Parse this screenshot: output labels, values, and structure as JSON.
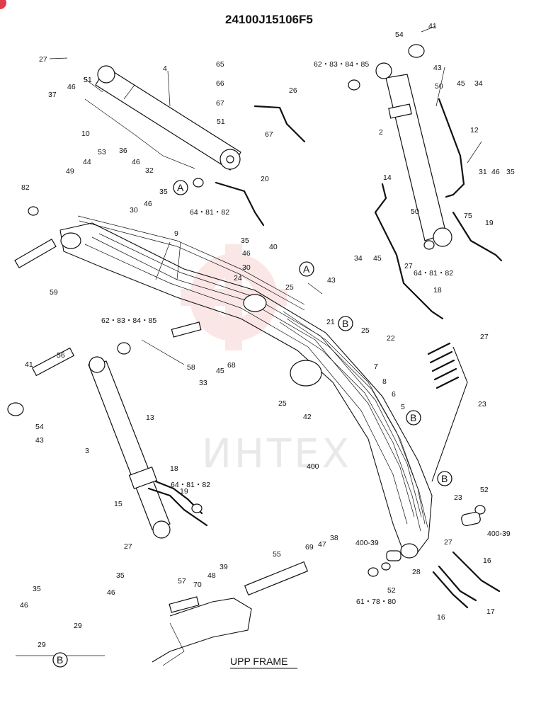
{
  "title": "24100J15106F5",
  "watermark": "ИНТЕХ",
  "frame_label": "UPP FRAME",
  "detail_marks": [
    "A",
    "A",
    "B",
    "B",
    "B",
    "B",
    "B"
  ],
  "callouts": [
    {
      "id": "c-27a",
      "text": "27"
    },
    {
      "id": "c-51a",
      "text": "51"
    },
    {
      "id": "c-4",
      "text": "4"
    },
    {
      "id": "c-37",
      "text": "37"
    },
    {
      "id": "c-46a",
      "text": "46"
    },
    {
      "id": "c-10",
      "text": "10"
    },
    {
      "id": "c-36",
      "text": "36"
    },
    {
      "id": "c-53",
      "text": "53"
    },
    {
      "id": "c-44",
      "text": "44"
    },
    {
      "id": "c-49",
      "text": "49"
    },
    {
      "id": "c-46b",
      "text": "46"
    },
    {
      "id": "c-32",
      "text": "32"
    },
    {
      "id": "c-82a",
      "text": "82"
    },
    {
      "id": "c-35a",
      "text": "35"
    },
    {
      "id": "c-46c",
      "text": "46"
    },
    {
      "id": "c-30a",
      "text": "30"
    },
    {
      "id": "c-65",
      "text": "65"
    },
    {
      "id": "c-66",
      "text": "66"
    },
    {
      "id": "c-67a",
      "text": "67"
    },
    {
      "id": "c-26",
      "text": "26"
    },
    {
      "id": "c-51b",
      "text": "51"
    },
    {
      "id": "c-67b",
      "text": "67"
    },
    {
      "id": "c-20",
      "text": "20"
    },
    {
      "id": "c-648182a",
      "text": "64・81・82"
    },
    {
      "id": "c-9",
      "text": "9"
    },
    {
      "id": "c-59",
      "text": "59"
    },
    {
      "id": "c-35b",
      "text": "35"
    },
    {
      "id": "c-46d",
      "text": "46"
    },
    {
      "id": "c-40",
      "text": "40"
    },
    {
      "id": "c-30b",
      "text": "30"
    },
    {
      "id": "c-24",
      "text": "24"
    },
    {
      "id": "c-25a",
      "text": "25"
    },
    {
      "id": "c-43a",
      "text": "43"
    },
    {
      "id": "c-21",
      "text": "21"
    },
    {
      "id": "c-25b",
      "text": "25"
    },
    {
      "id": "c-22",
      "text": "22"
    },
    {
      "id": "c-62838485a",
      "text": "62・83・84・85"
    },
    {
      "id": "c-58",
      "text": "58"
    },
    {
      "id": "c-41a",
      "text": "41"
    },
    {
      "id": "c-56",
      "text": "56"
    },
    {
      "id": "c-45a",
      "text": "45"
    },
    {
      "id": "c-68",
      "text": "68"
    },
    {
      "id": "c-33",
      "text": "33"
    },
    {
      "id": "c-25c",
      "text": "25"
    },
    {
      "id": "c-42",
      "text": "42"
    },
    {
      "id": "c-7",
      "text": "7"
    },
    {
      "id": "c-8",
      "text": "8"
    },
    {
      "id": "c-6",
      "text": "6"
    },
    {
      "id": "c-5",
      "text": "5"
    },
    {
      "id": "c-400a",
      "text": "400"
    },
    {
      "id": "c-54a",
      "text": "54"
    },
    {
      "id": "c-43b",
      "text": "43"
    },
    {
      "id": "c-13",
      "text": "13"
    },
    {
      "id": "c-3",
      "text": "3"
    },
    {
      "id": "c-18a",
      "text": "18"
    },
    {
      "id": "c-19a",
      "text": "19"
    },
    {
      "id": "c-15",
      "text": "15"
    },
    {
      "id": "c-648182b",
      "text": "64・81・82"
    },
    {
      "id": "c-27b",
      "text": "27"
    },
    {
      "id": "c-35c",
      "text": "35"
    },
    {
      "id": "c-46e",
      "text": "46"
    },
    {
      "id": "c-35d",
      "text": "35"
    },
    {
      "id": "c-46f",
      "text": "46"
    },
    {
      "id": "c-29a",
      "text": "29"
    },
    {
      "id": "c-29b",
      "text": "29"
    },
    {
      "id": "c-55",
      "text": "55"
    },
    {
      "id": "c-69",
      "text": "69"
    },
    {
      "id": "c-47",
      "text": "47"
    },
    {
      "id": "c-38",
      "text": "38"
    },
    {
      "id": "c-57",
      "text": "57"
    },
    {
      "id": "c-70",
      "text": "70"
    },
    {
      "id": "c-48",
      "text": "48"
    },
    {
      "id": "c-39",
      "text": "39"
    },
    {
      "id": "c-40039a",
      "text": "400-39"
    },
    {
      "id": "c-52a",
      "text": "52"
    },
    {
      "id": "c-617880",
      "text": "61・78・80"
    },
    {
      "id": "c-41b",
      "text": "41"
    },
    {
      "id": "c-54b",
      "text": "54"
    },
    {
      "id": "c-62838485b",
      "text": "62・83・84・85"
    },
    {
      "id": "c-43c",
      "text": "43"
    },
    {
      "id": "c-50a",
      "text": "50"
    },
    {
      "id": "c-45b",
      "text": "45"
    },
    {
      "id": "c-34a",
      "text": "34"
    },
    {
      "id": "c-2",
      "text": "2"
    },
    {
      "id": "c-12",
      "text": "12"
    },
    {
      "id": "c-14",
      "text": "14"
    },
    {
      "id": "c-31",
      "text": "31"
    },
    {
      "id": "c-46g",
      "text": "46"
    },
    {
      "id": "c-35e",
      "text": "35"
    },
    {
      "id": "c-50b",
      "text": "50"
    },
    {
      "id": "c-75",
      "text": "75"
    },
    {
      "id": "c-34b",
      "text": "34"
    },
    {
      "id": "c-45c",
      "text": "45"
    },
    {
      "id": "c-19b",
      "text": "19"
    },
    {
      "id": "c-27c",
      "text": "27"
    },
    {
      "id": "c-648182c",
      "text": "64・81・82"
    },
    {
      "id": "c-18b",
      "text": "18"
    },
    {
      "id": "c-27d",
      "text": "27"
    },
    {
      "id": "c-23a",
      "text": "23"
    },
    {
      "id": "c-23b",
      "text": "23"
    },
    {
      "id": "c-52b",
      "text": "52"
    },
    {
      "id": "c-40039b",
      "text": "400-39"
    },
    {
      "id": "c-28",
      "text": "28"
    },
    {
      "id": "c-27e",
      "text": "27"
    },
    {
      "id": "c-16a",
      "text": "16"
    },
    {
      "id": "c-17",
      "text": "17"
    },
    {
      "id": "c-16b",
      "text": "16"
    }
  ]
}
